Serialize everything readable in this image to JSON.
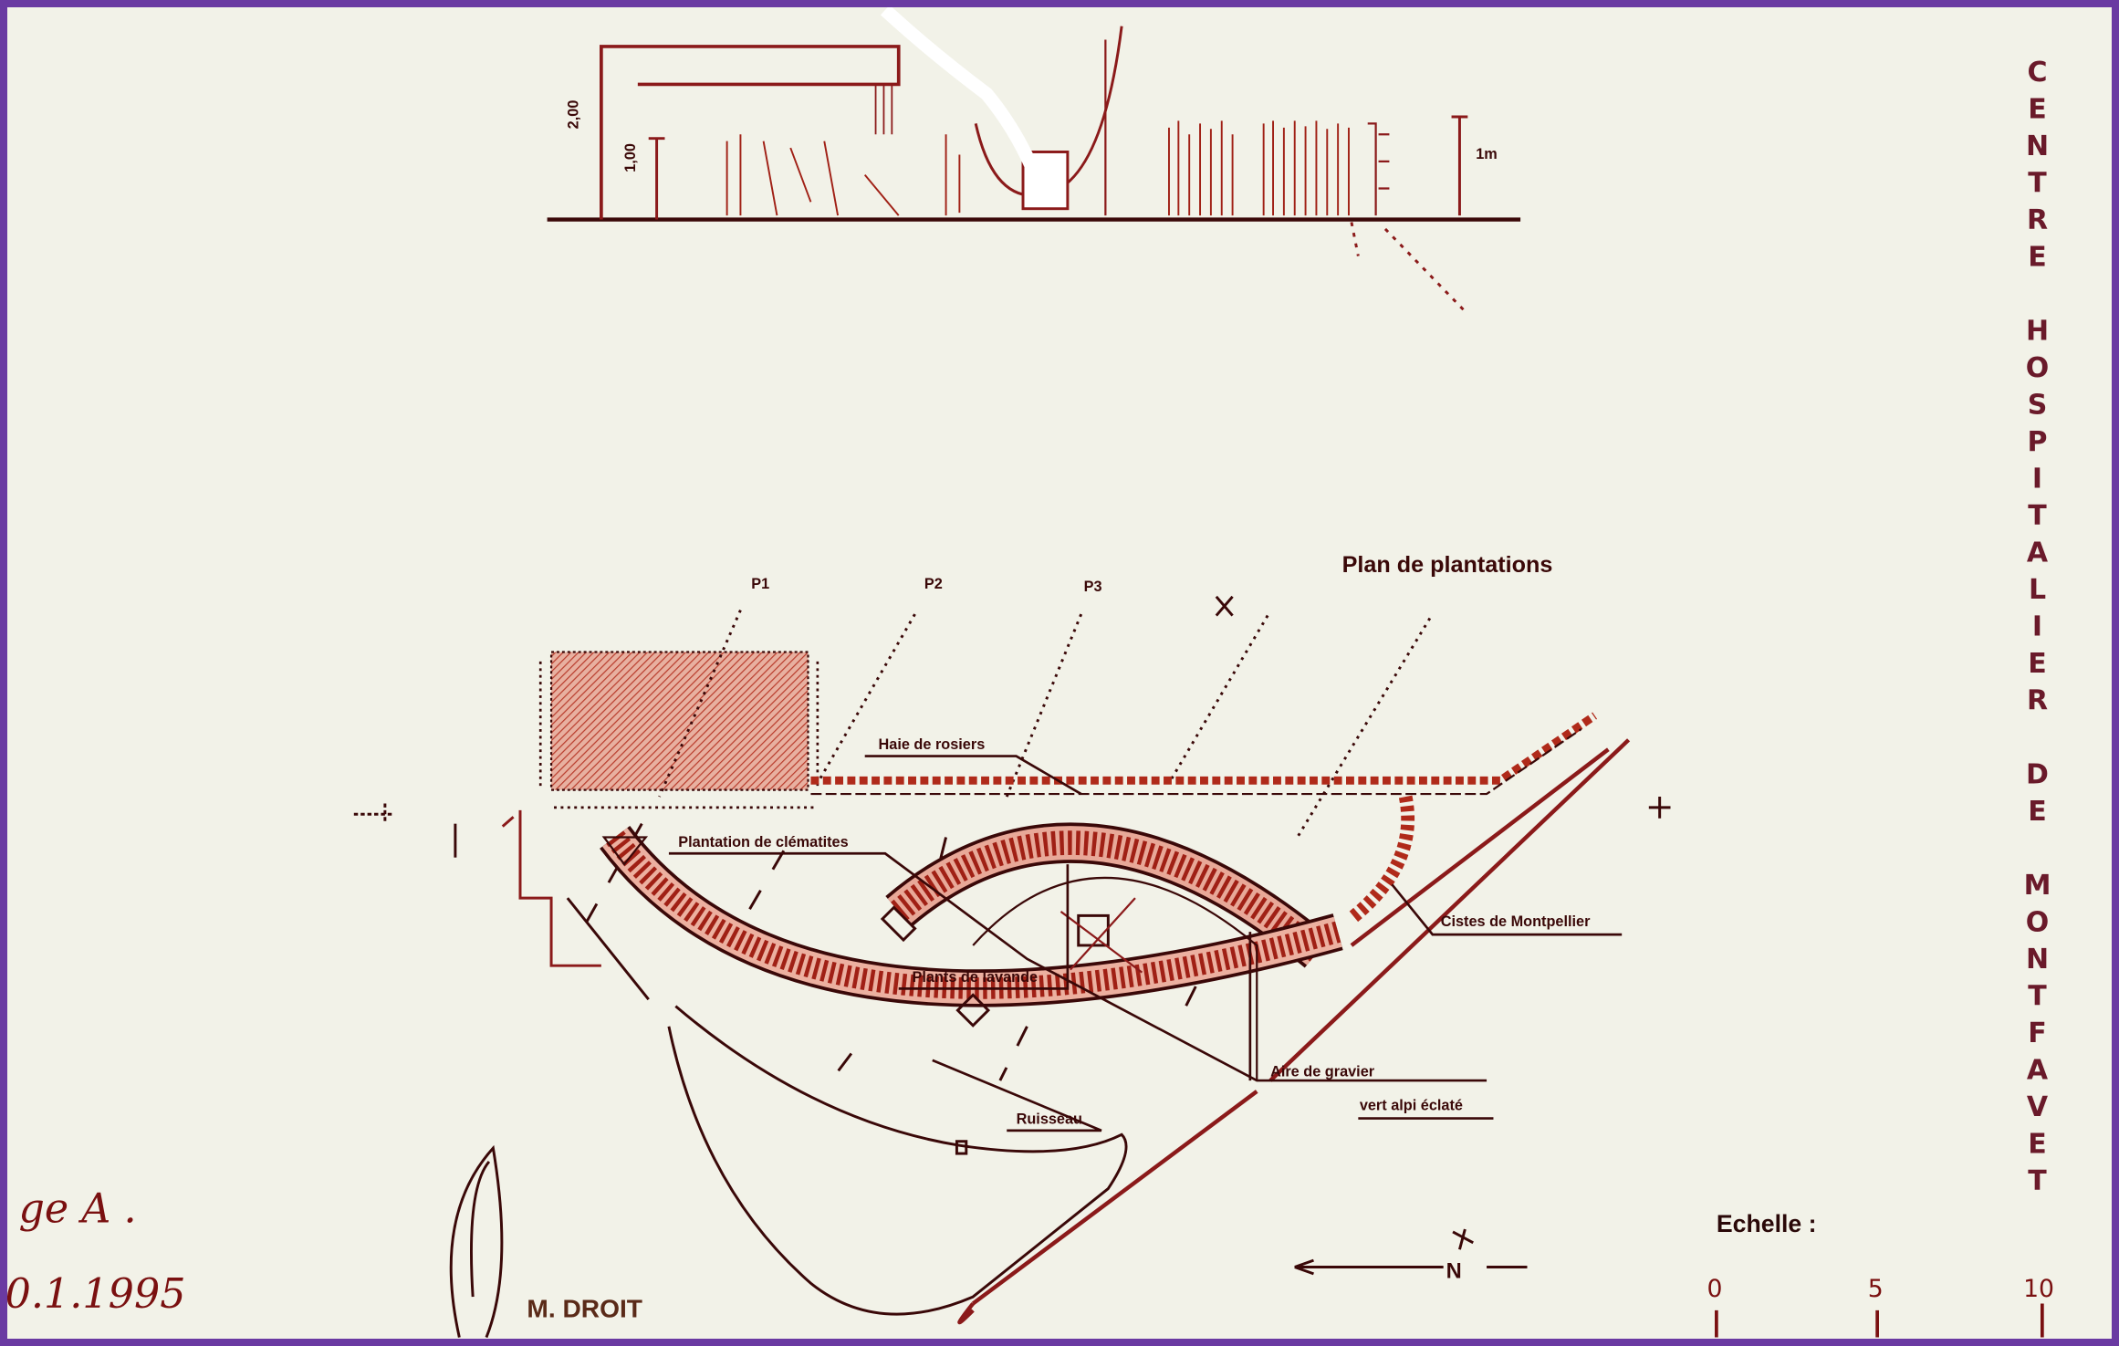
{
  "drawing": {
    "title": "Plan de plantations",
    "institution": "CENTRE HOSPITALIER DE MONTFAVET",
    "author": "M. DROIT",
    "handwritten": {
      "line1": "ge A .",
      "line2": "0.1.1995"
    },
    "labels": {
      "haie": "Haie de rosiers",
      "clematites": "Plantation de clématites",
      "lavande": "Plants de lavande",
      "cistes": "Cistes de Montpellier",
      "gravier": "Aire de gravier",
      "vert": "vert alpi éclaté",
      "ruisseau": "Ruisseau"
    },
    "section_markers": [
      "P1",
      "P2",
      "P3"
    ],
    "elevation_dims": [
      "2,00",
      "1,00",
      "1m"
    ],
    "scale": {
      "label": "Echelle :",
      "ticks": [
        "0",
        "5",
        "10"
      ]
    },
    "north": "N",
    "colors": {
      "border": "#6a3aa2",
      "paper": "#f2f2e8",
      "ink": "#8b1a1a",
      "dark_ink": "#3a0808",
      "hatch": "#d98272"
    }
  }
}
